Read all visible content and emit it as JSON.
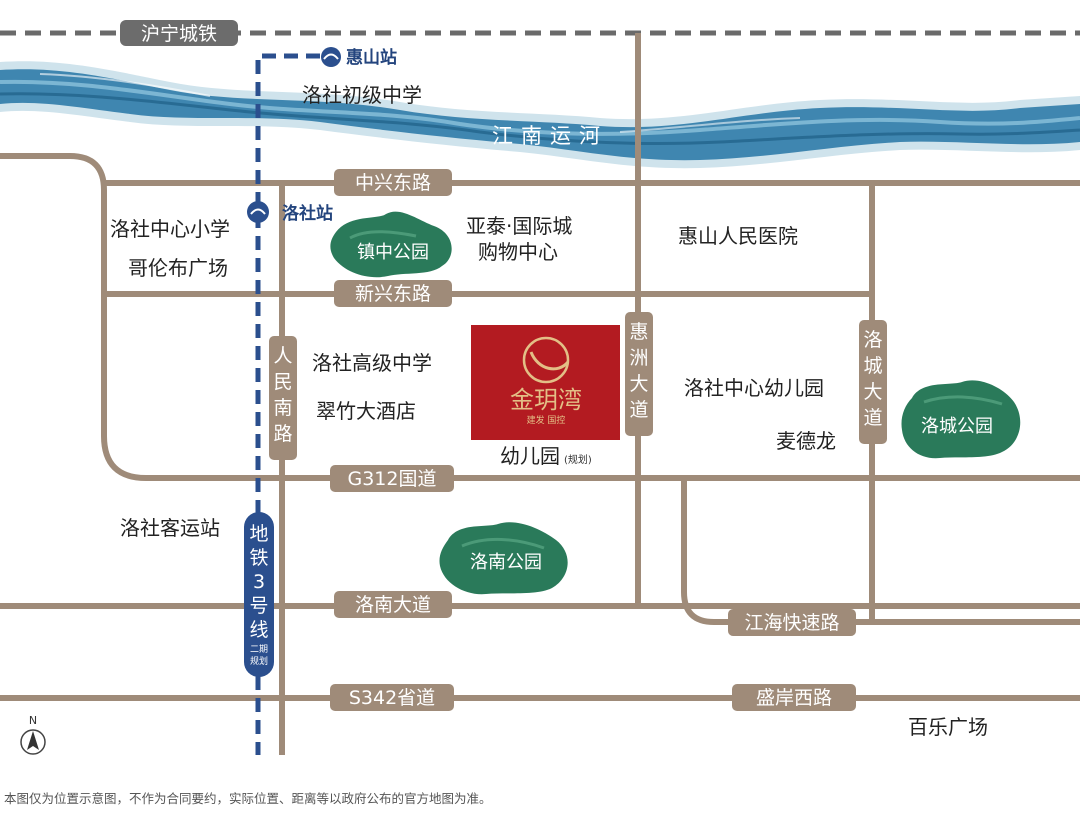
{
  "railway": {
    "label": "沪宁城铁"
  },
  "river": {
    "label": "江南运河"
  },
  "stations": {
    "huishan": "惠山站",
    "luoshe": "洛社站"
  },
  "metro": {
    "label_chars": [
      "地",
      "铁",
      "3",
      "号",
      "线"
    ],
    "note_lines": [
      "二期",
      "规划"
    ]
  },
  "roads_h": {
    "zhongxing": "中兴东路",
    "xinxing": "新兴东路",
    "g312": "G312国道",
    "luonan": "洛南大道",
    "s342": "S342省道",
    "shengan": "盛岸西路",
    "jianghai": "江海快速路"
  },
  "roads_v": {
    "renmin": [
      "人",
      "民",
      "南",
      "路"
    ],
    "huizhou": [
      "惠",
      "洲",
      "大",
      "道"
    ],
    "luocheng": [
      "洛",
      "城",
      "大",
      "道"
    ]
  },
  "parks": {
    "zhenzhong": "镇中公园",
    "luonan": "洛南公园",
    "luocheng": "洛城公园"
  },
  "pois": {
    "chuji": "洛社初级中学",
    "zhongxin_xiaoxue": "洛社中心小学",
    "gelunbu": "哥伦布广场",
    "yatai_1": "亚泰·国际城",
    "yatai_2": "购物中心",
    "yiyuan": "惠山人民医院",
    "gaoji": "洛社高级中学",
    "cuizhu": "翠竹大酒店",
    "youeryuan": "洛社中心幼儿园",
    "maidelong": "麦德龙",
    "keyun": "洛社客运站",
    "baile": "百乐广场",
    "kindergarten": "幼儿园",
    "kindergarten_note": "(规划)"
  },
  "project": {
    "name": "金玥湾",
    "sub": "建发 国控"
  },
  "compass": {
    "label": "N"
  },
  "disclaimer": "本图仅为位置示意图，不作为合同要约，实际位置、距离等以政府公布的官方地图为准。",
  "colors": {
    "road": "#9f8b79",
    "river": "#3f86b0",
    "park": "#2a7a5a",
    "metro": "#2b4f8e",
    "project": "#b31b21"
  }
}
